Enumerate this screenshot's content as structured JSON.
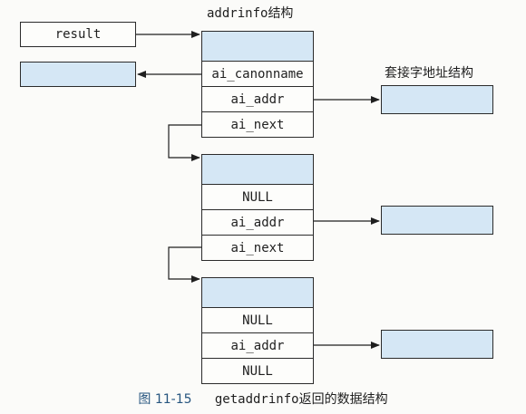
{
  "result_label": "result",
  "addrinfo_title_code": "addrinfo",
  "addrinfo_title_cn": "结构",
  "sockaddr_title": "套接字地址结构",
  "nodes": [
    {
      "fields": [
        "",
        "ai_canonname",
        "ai_addr",
        "ai_next"
      ]
    },
    {
      "fields": [
        "",
        "NULL",
        "ai_addr",
        "ai_next"
      ]
    },
    {
      "fields": [
        "",
        "NULL",
        "ai_addr",
        "NULL"
      ]
    }
  ],
  "caption": {
    "figure": "图 11-15",
    "function": "getaddrinfo",
    "text": "返回的数据结构"
  },
  "colors": {
    "shade": "#d5e7f5",
    "caption_blue": "#26557f",
    "line": "#1f1f1f"
  }
}
